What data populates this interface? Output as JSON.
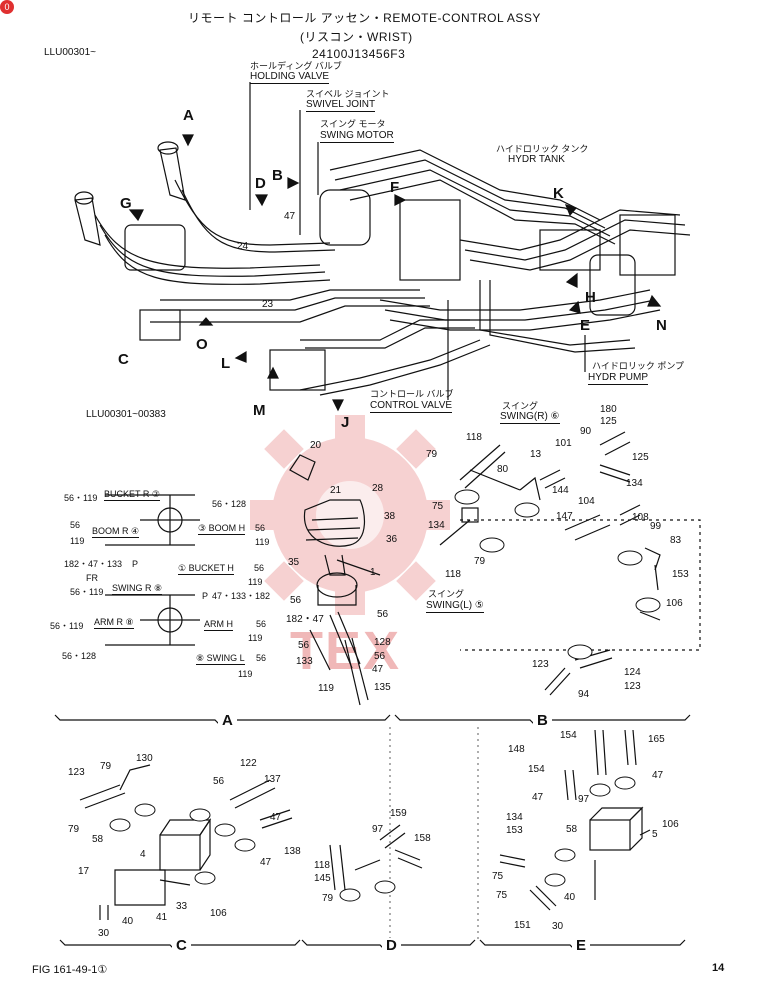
{
  "header": {
    "badge": "0",
    "title_line1": "リモート コントロール アッセン・REMOTE-CONTROL ASSY",
    "title_line2": "(リスコン・WRIST)",
    "part_number": "24100J13456F3",
    "serial_top": "LLU00301~",
    "serial_mid": "LLU00301~00383"
  },
  "callouts": {
    "holding_valve_jp": "ホールディング バルブ",
    "holding_valve": "HOLDING VALVE",
    "swivel_joint_jp": "スイベル ジョイント",
    "swivel_joint": "SWIVEL JOINT",
    "swing_motor_jp": "スイング モータ",
    "swing_motor": "SWING MOTOR",
    "hydr_tank_jp": "ハイドロリック タンク",
    "hydr_tank": "HYDR TANK",
    "hydr_pump_jp": "ハイドロリック ポンプ",
    "hydr_pump": "HYDR PUMP",
    "control_valve_jp": "コントロール バルブ",
    "control_valve": "CONTROL VALVE",
    "swing_r_jp": "スイング",
    "swing_r": "SWING(R) ⑥",
    "swing_l_jp": "スイング",
    "swing_l": "SWING(L) ⑤"
  },
  "view_letters": {
    "A": "A",
    "B": "B",
    "C": "C",
    "D": "D",
    "E": "E",
    "F": "F",
    "G": "G",
    "H": "H",
    "J": "J",
    "K": "K",
    "L": "L",
    "M": "M",
    "N": "N",
    "O": "O"
  },
  "port_table": {
    "r1_left": "56・119",
    "r1_mid": "BUCKET R ②",
    "r1_right": "56・128",
    "r2_left": "56",
    "r2_left2": "119",
    "r2_mid": "BOOM R ④",
    "r2_mid2": "③ BOOM H",
    "r2_right": "56",
    "r2_right2": "119",
    "r3_left": "182・47・133",
    "r3_mid": "P",
    "r3_left2": "FR",
    "r3_mid2": "① BUCKET H",
    "r3_right": "56",
    "r3_right2": "119",
    "r4_left": "56・119",
    "r4_mid": "SWING R ⑧",
    "r4_mid2": "P",
    "r4_right": "47・133・182",
    "r5_left": "56・119",
    "r5_mid": "ARM R ⑧",
    "r5_mid2": "ARM H",
    "r5_right": "56",
    "r5_right2": "119",
    "r6_left": "56・128",
    "r6_mid": "⑧ SWING L",
    "r6_right": "56",
    "r6_right2": "119"
  },
  "parts": {
    "p20": "20",
    "p21": "21",
    "p28": "28",
    "p38": "38",
    "p36": "36",
    "p35": "35",
    "p1": "1",
    "p56a": "56",
    "p182": "182・47",
    "p56b": "56",
    "p133": "133",
    "p56c": "56",
    "p128": "128",
    "p56d": "56",
    "p47a": "47",
    "p119": "119",
    "p135": "135",
    "p24": "24",
    "p23": "23",
    "p47top": "47",
    "p79a": "79",
    "p118a": "118",
    "p13": "13",
    "p80": "80",
    "p75": "75",
    "p134a": "134",
    "p79b": "79",
    "p118b": "118",
    "p180": "180",
    "p125a": "125",
    "p90": "90",
    "p101": "101",
    "p125b": "125",
    "p144": "144",
    "p134b": "134",
    "p104": "104",
    "p147": "147",
    "p108": "108",
    "p99": "99",
    "p83": "83",
    "p153": "153",
    "p106a": "106",
    "p123a": "123",
    "p124": "124",
    "p123b": "123",
    "p94": "94",
    "c123": "123",
    "c79a": "79",
    "c130": "130",
    "c56": "56",
    "c122": "122",
    "c137": "137",
    "c79b": "79",
    "c58": "58",
    "c47a": "47",
    "c138": "138",
    "c4": "4",
    "c47b": "47",
    "c17": "17",
    "c33": "33",
    "c30": "30",
    "c40": "40",
    "c41": "41",
    "c106": "106",
    "d159": "159",
    "d97": "97",
    "d158": "158",
    "d118": "118",
    "d145": "145",
    "d79": "79",
    "e148": "148",
    "e154a": "154",
    "e165": "165",
    "e154b": "154",
    "e47a": "47",
    "e97": "97",
    "e47b": "47",
    "e134": "134",
    "e153": "153",
    "e58": "58",
    "e106": "106",
    "e5": "5",
    "e75a": "75",
    "e75b": "75",
    "e40": "40",
    "e151": "151",
    "e30": "30"
  },
  "section_labels": {
    "a": "A",
    "b": "B",
    "c": "C",
    "d": "D",
    "e": "E"
  },
  "watermark": "TEX",
  "footer": {
    "fig": "FIG 161-49-1①",
    "page": "14"
  }
}
